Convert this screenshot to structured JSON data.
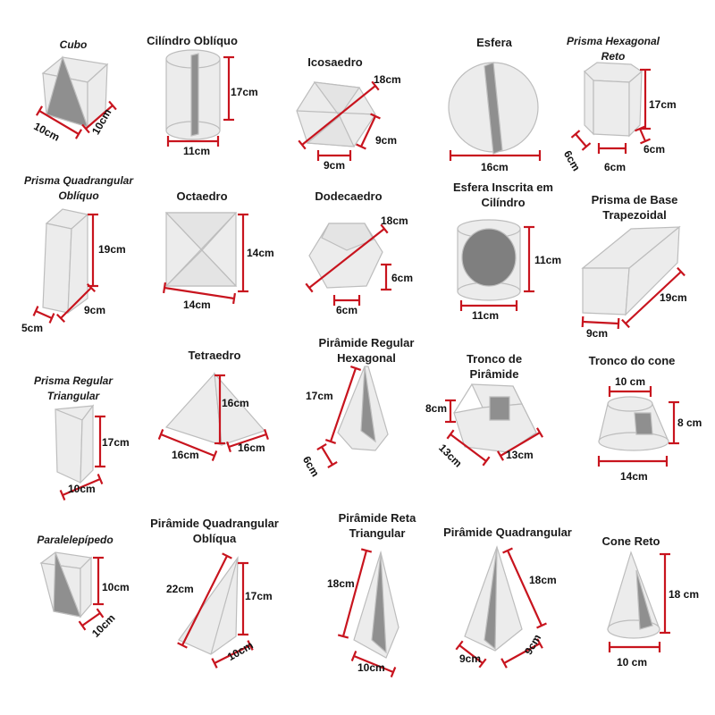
{
  "colors": {
    "dimension_line": "#c8141e",
    "solid_fill": "#ececec",
    "solid_stroke": "#bdbdbd",
    "divider_fill": "#8f8f8f"
  },
  "solids": [
    {
      "title": [
        "Cubo"
      ],
      "italic": true,
      "dims": [
        "10cm",
        "10cm"
      ]
    },
    {
      "title": [
        "Cilíndro Oblíquo"
      ],
      "italic": false,
      "dims": [
        "17cm",
        "11cm"
      ]
    },
    {
      "title": [
        "Icosaedro"
      ],
      "italic": false,
      "dims": [
        "18cm",
        "9cm",
        "9cm"
      ]
    },
    {
      "title": [
        "Esfera"
      ],
      "italic": false,
      "dims": [
        "16cm"
      ]
    },
    {
      "title": [
        "Prisma Hexagonal",
        "Reto"
      ],
      "italic": true,
      "dims": [
        "17cm",
        "6cm",
        "6cm",
        "6cm"
      ]
    },
    {
      "title": [
        "Prisma Quadrangular",
        "Oblíquo"
      ],
      "italic": true,
      "dims": [
        "19cm",
        "9cm",
        "5cm"
      ]
    },
    {
      "title": [
        "Octaedro"
      ],
      "italic": false,
      "dims": [
        "14cm",
        "14cm"
      ]
    },
    {
      "title": [
        "Dodecaedro"
      ],
      "italic": false,
      "dims": [
        "18cm",
        "6cm",
        "6cm"
      ]
    },
    {
      "title": [
        "Esfera Inscrita em",
        "Cilíndro"
      ],
      "italic": false,
      "dims": [
        "11cm",
        "11cm"
      ]
    },
    {
      "title": [
        "Prisma de Base",
        "Trapezoidal"
      ],
      "italic": false,
      "dims": [
        "19cm",
        "9cm"
      ]
    },
    {
      "title": [
        "Prisma Regular",
        "Triangular"
      ],
      "italic": true,
      "dims": [
        "17cm",
        "10cm"
      ]
    },
    {
      "title": [
        "Tetraedro"
      ],
      "italic": false,
      "dims": [
        "16cm",
        "16cm",
        "16cm"
      ]
    },
    {
      "title": [
        "Pirâmide Regular",
        "Hexagonal"
      ],
      "italic": false,
      "dims": [
        "17cm",
        "6cm"
      ]
    },
    {
      "title": [
        "Tronco de",
        "Pirâmide"
      ],
      "italic": false,
      "dims": [
        "8cm",
        "13cm",
        "13cm"
      ]
    },
    {
      "title": [
        "Tronco do cone"
      ],
      "italic": false,
      "dims": [
        "10 cm",
        "8 cm",
        "14cm"
      ]
    },
    {
      "title": [
        "Paralelepípedo"
      ],
      "italic": true,
      "dims": [
        "10cm",
        "10cm"
      ]
    },
    {
      "title": [
        "Pirâmide Quadrangular",
        "Oblíqua"
      ],
      "italic": false,
      "dims": [
        "22cm",
        "17cm",
        "10cm"
      ]
    },
    {
      "title": [
        "Pirâmide Reta",
        "Triangular"
      ],
      "italic": false,
      "dims": [
        "18cm",
        "10cm"
      ]
    },
    {
      "title": [
        "Pirâmide Quadrangular"
      ],
      "italic": false,
      "dims": [
        "18cm",
        "9cm",
        "9cm"
      ]
    },
    {
      "title": [
        "Cone Reto"
      ],
      "italic": false,
      "dims": [
        "18 cm",
        "10 cm"
      ]
    }
  ]
}
